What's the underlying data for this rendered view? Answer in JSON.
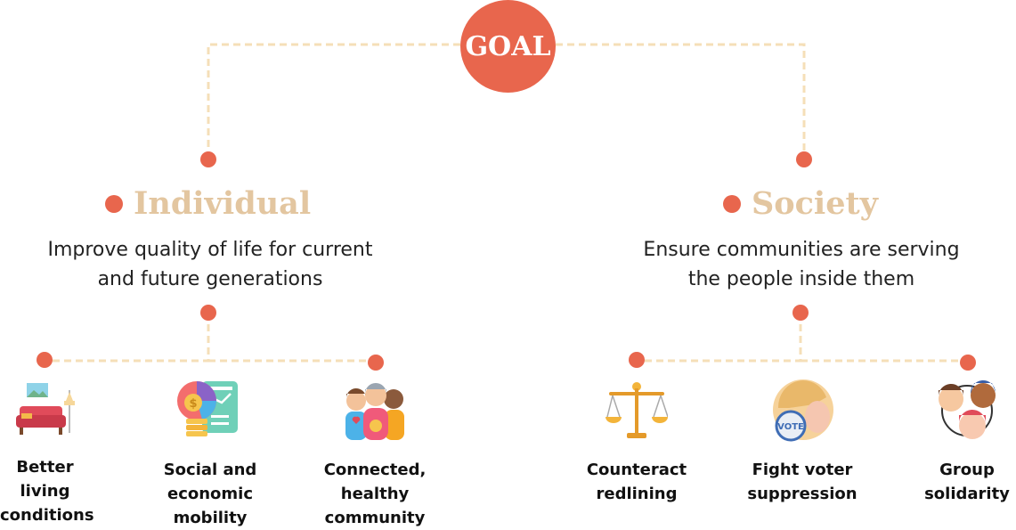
{
  "goal": {
    "label": "GOAL"
  },
  "individual": {
    "title": "Individual",
    "description_line1": "Improve quality of life for current",
    "description_line2": "and future generations",
    "outcomes": [
      {
        "icon": "sofa-icon",
        "line1": "Better",
        "line2": "living",
        "line3": "conditions"
      },
      {
        "icon": "finance-chart-icon",
        "line1": "Social and",
        "line2": "economic",
        "line3": "mobility"
      },
      {
        "icon": "community-people-icon",
        "line1": "Connected,",
        "line2": "healthy",
        "line3": "community"
      }
    ]
  },
  "society": {
    "title": "Society",
    "description_line1": "Ensure communities are serving",
    "description_line2": "the people inside them",
    "outcomes": [
      {
        "icon": "scales-of-justice-icon",
        "line1": "Counteract",
        "line2": "redlining"
      },
      {
        "icon": "vote-icon",
        "line1": "Fight voter",
        "line2": "suppression"
      },
      {
        "icon": "group-faces-icon",
        "line1": "Group",
        "line2": "solidarity"
      }
    ]
  },
  "colors": {
    "accent": "#e8664d",
    "line": "#f5dfb8",
    "heading": "#e3c6a0"
  }
}
